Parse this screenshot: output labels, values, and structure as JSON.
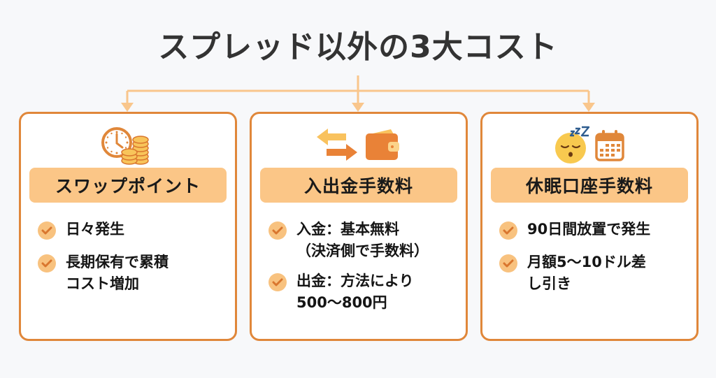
{
  "title": "スプレッド以外の3大コスト",
  "colors": {
    "card_border": "#e0873a",
    "pill_bg": "#fbc687",
    "connector": "#f9c68c",
    "check_bg": "#f8c27f",
    "check_mark": "#d9762e",
    "background": "#f7f8fa"
  },
  "cards": [
    {
      "icons": [
        "clock-icon",
        "coin-stack-icon"
      ],
      "heading": "スワップポイント",
      "items": [
        {
          "lines": [
            "日々発生"
          ]
        },
        {
          "lines": [
            "長期保有で累積",
            "コスト増加"
          ]
        }
      ]
    },
    {
      "icons": [
        "transfer-arrows-icon",
        "wallet-icon"
      ],
      "heading": "入出金手数料",
      "items": [
        {
          "lines": [
            "入金：基本無料",
            "（決済側で手数料）"
          ]
        },
        {
          "lines": [
            "出金：方法により",
            "500〜800円"
          ]
        }
      ]
    },
    {
      "icons": [
        "sleeping-face-icon",
        "calendar-icon"
      ],
      "heading": "休眠口座手数料",
      "items": [
        {
          "lines": [
            "90日間放置で発生"
          ]
        },
        {
          "lines": [
            "月額5〜10ドル差",
            "し引き"
          ]
        }
      ]
    }
  ]
}
